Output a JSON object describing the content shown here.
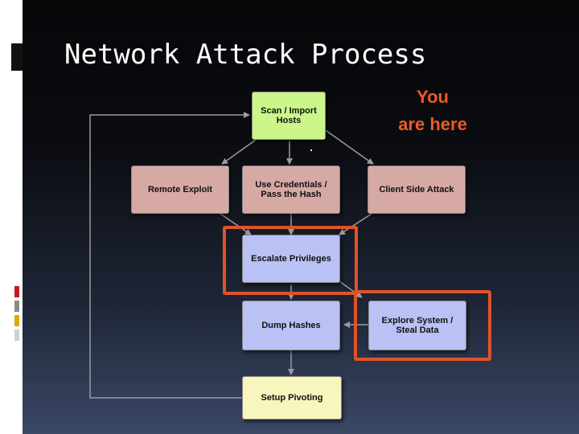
{
  "title": "Network Attack Process",
  "callout": {
    "line1": "You",
    "line2": "are here"
  },
  "nodes": {
    "scan": "Scan / Import Hosts",
    "remote_exploit": "Remote Exploit",
    "use_credentials": "Use Credentials / Pass the Hash",
    "client_side": "Client Side Attack",
    "escalate": "Escalate Privileges",
    "dump_hashes": "Dump Hashes",
    "explore": "Explore System / Steal Data",
    "pivoting": "Setup Pivoting"
  },
  "colors": {
    "highlight": "#e0522a",
    "callout_text": "#ee5a24",
    "scan_fill": "#ccf58a",
    "attack_fill": "#d7a9a5",
    "post_fill": "#b9c1f5",
    "pivot_fill": "#f8f6be",
    "arrow": "#9a9a9a",
    "accent_bars": [
      "#c61a1a",
      "#8a8a8a",
      "#e0a800",
      "#d0d0d0"
    ]
  }
}
